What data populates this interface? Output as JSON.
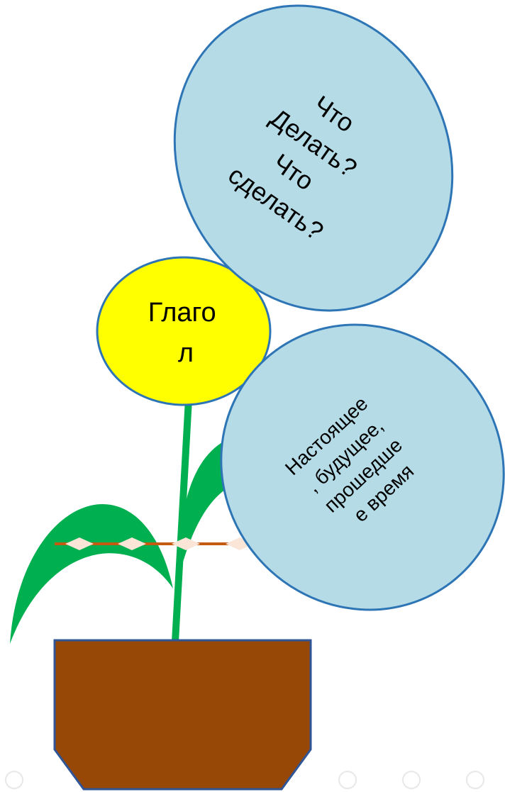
{
  "colors": {
    "background": "#ffffff",
    "center_fill": "#ffff00",
    "petal_fill": "#b4dbe6",
    "outline": "#2e75b6",
    "stem_leaves": "#00b050",
    "pot_fill": "#974706",
    "pot_outline": "#2f5597",
    "pot_band": "#c55a11",
    "pot_diamonds": "#fbe5d6"
  },
  "center": {
    "line1": "Глаго",
    "line2": "л"
  },
  "petal_top": {
    "line1": "Что",
    "line2": "Делать?",
    "line3": "Что",
    "line4": "сделать?"
  },
  "petal_right": {
    "line1": "Настоящее",
    "line2": ", будущее,",
    "line3": "прошедше",
    "line4": "е время"
  },
  "icons": {
    "pot": "flower-pot",
    "leaf": "leaf",
    "stem": "stem"
  }
}
